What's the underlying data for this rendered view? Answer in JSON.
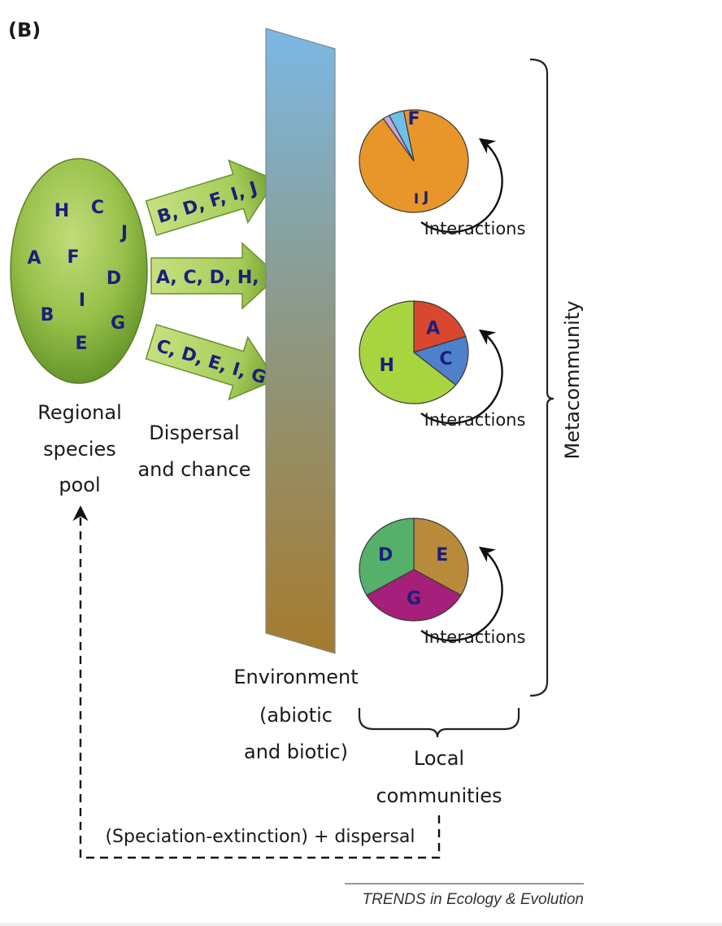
{
  "panel_label": "(B)",
  "regional_pool": {
    "label_lines": [
      "Regional",
      "species",
      "pool"
    ],
    "species": [
      "H",
      "C",
      "J",
      "A",
      "F",
      "D",
      "I",
      "B",
      "G",
      "E"
    ]
  },
  "dispersal": {
    "label_lines": [
      "Dispersal",
      "and chance"
    ],
    "arrows": [
      {
        "label": "B, D, F, I, J"
      },
      {
        "label": "A, C, D, H, I"
      },
      {
        "label": "C, D, E, I, G"
      }
    ]
  },
  "environment": {
    "label_lines": [
      "Environment",
      "(abiotic",
      "and biotic)"
    ],
    "gradient_top": "#7cb8e6",
    "gradient_bottom": "#a67a2e"
  },
  "local_communities": {
    "label_lines": [
      "Local",
      "communities"
    ],
    "interaction_label": "Interactions",
    "communities": [
      {
        "name": "community-1",
        "slices": [
          {
            "species": "F",
            "share": 0.935,
            "color": "#e8962a"
          },
          {
            "species": "I",
            "share": 0.02,
            "color": "#c8a8d8"
          },
          {
            "species": "J",
            "share": 0.045,
            "color": "#6ec0ea"
          }
        ]
      },
      {
        "name": "community-2",
        "slices": [
          {
            "species": "A",
            "share": 0.2,
            "color": "#d9472f"
          },
          {
            "species": "C",
            "share": 0.16,
            "color": "#4f80cc"
          },
          {
            "species": "H",
            "share": 0.64,
            "color": "#a8d440"
          }
        ]
      },
      {
        "name": "community-3",
        "slices": [
          {
            "species": "E",
            "share": 0.3333,
            "color": "#b88a3a"
          },
          {
            "species": "G",
            "share": 0.3333,
            "color": "#a61f7a"
          },
          {
            "species": "D",
            "share": 0.3334,
            "color": "#55b06a"
          }
        ]
      }
    ]
  },
  "metacommunity_label": "Metacommunity",
  "feedback_label": "(Speciation-extinction) + dispersal",
  "source_credit": "TRENDS in Ecology & Evolution"
}
